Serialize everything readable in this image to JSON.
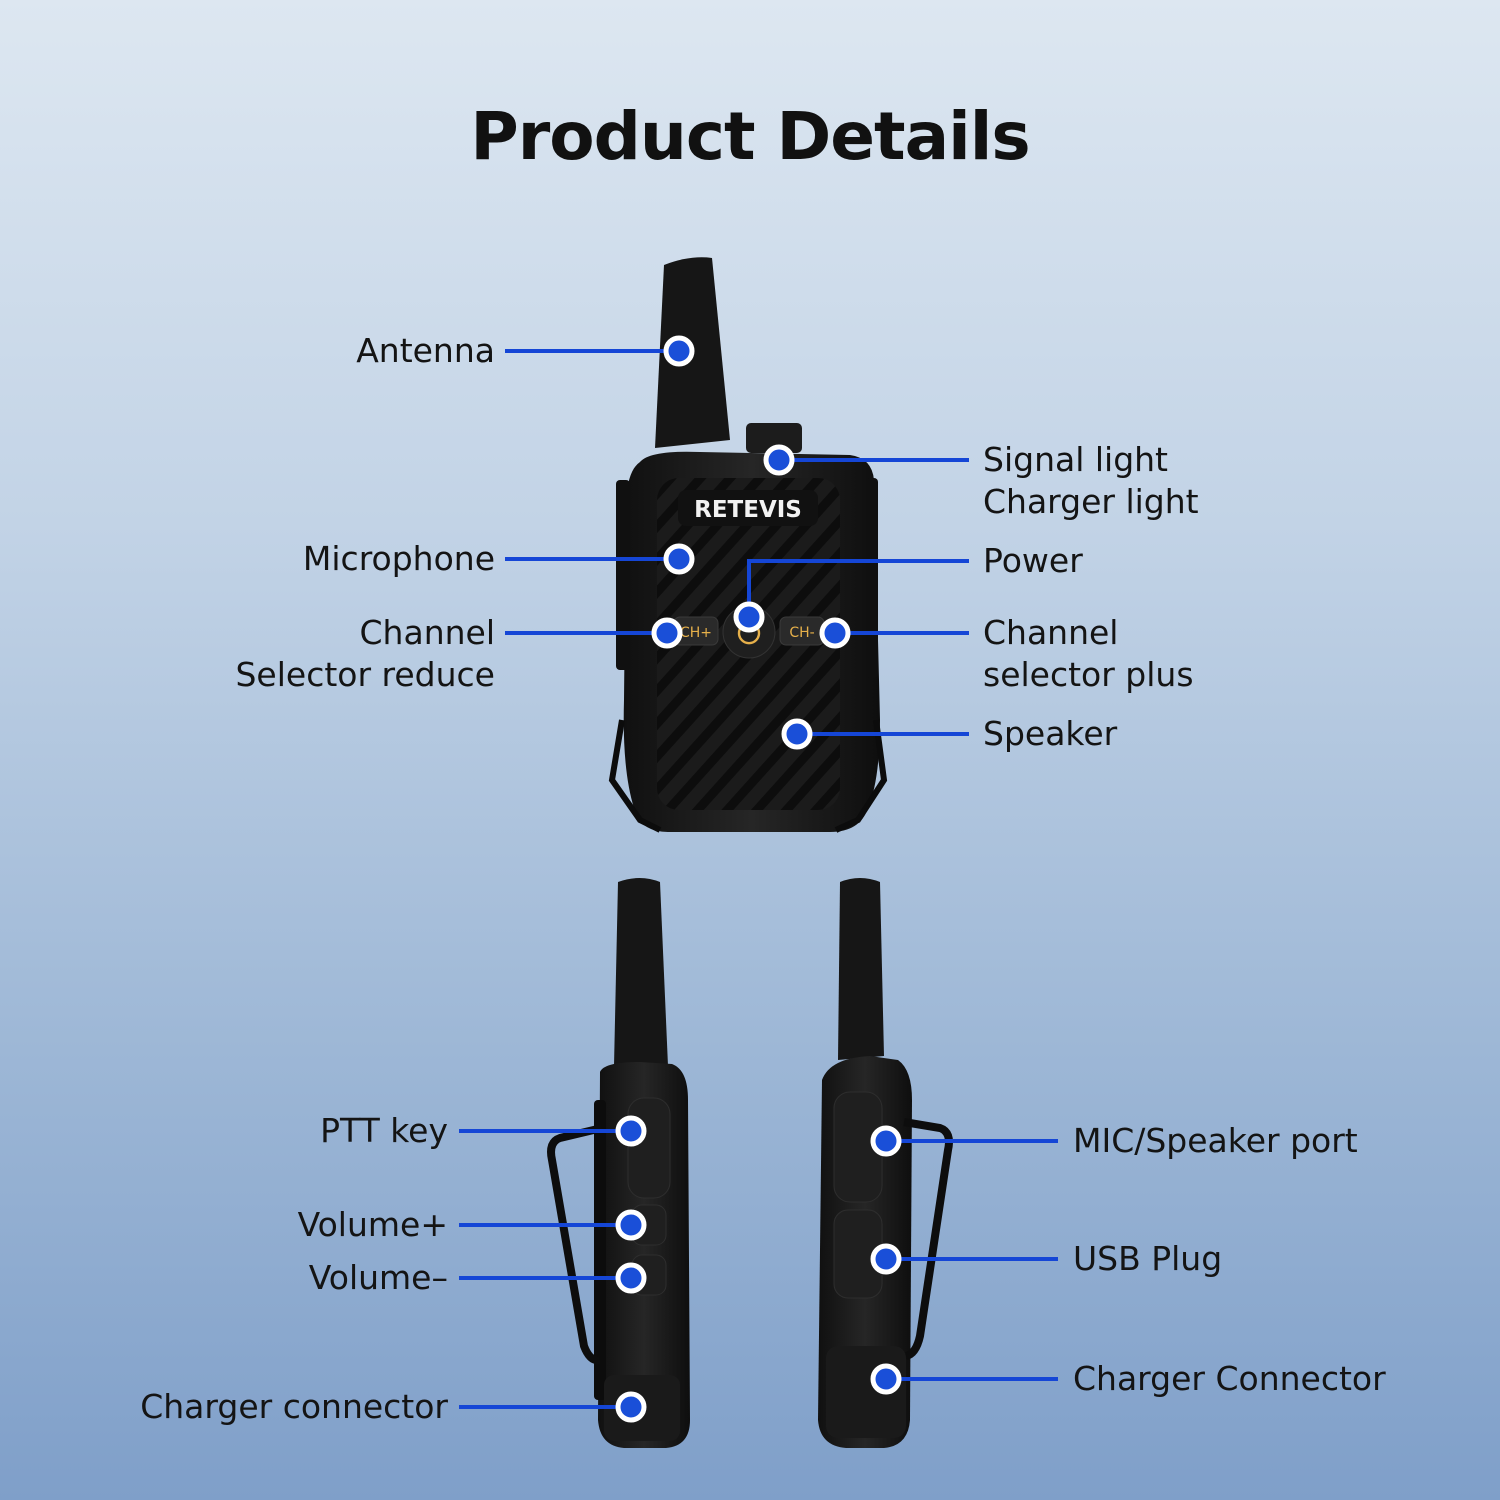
{
  "title": "Product Details",
  "brand": "RETEVIS",
  "buttons": {
    "ch_plus": "CH+",
    "ch_minus": "CH-"
  },
  "front_labels": {
    "antenna": "Antenna",
    "signal_light": [
      "Signal light",
      "Charger light"
    ],
    "microphone": "Microphone",
    "power": "Power",
    "channel_left": [
      "Channel",
      "Selector reduce"
    ],
    "channel_right": [
      "Channel",
      "selector plus"
    ],
    "speaker": "Speaker"
  },
  "left_side_labels": {
    "ptt": "PTT key",
    "vol_plus": "Volume+",
    "vol_minus": "Volume–",
    "charger": "Charger connector"
  },
  "right_side_labels": {
    "mic_port": "MIC/Speaker port",
    "usb": "USB Plug",
    "charger": "Charger Connector"
  },
  "colors": {
    "leader": "#1546d6",
    "dot_fill": "#1a4fd8",
    "dot_ring": "#ffffff",
    "device": "#141414",
    "brand_accent": "#d9a441"
  }
}
